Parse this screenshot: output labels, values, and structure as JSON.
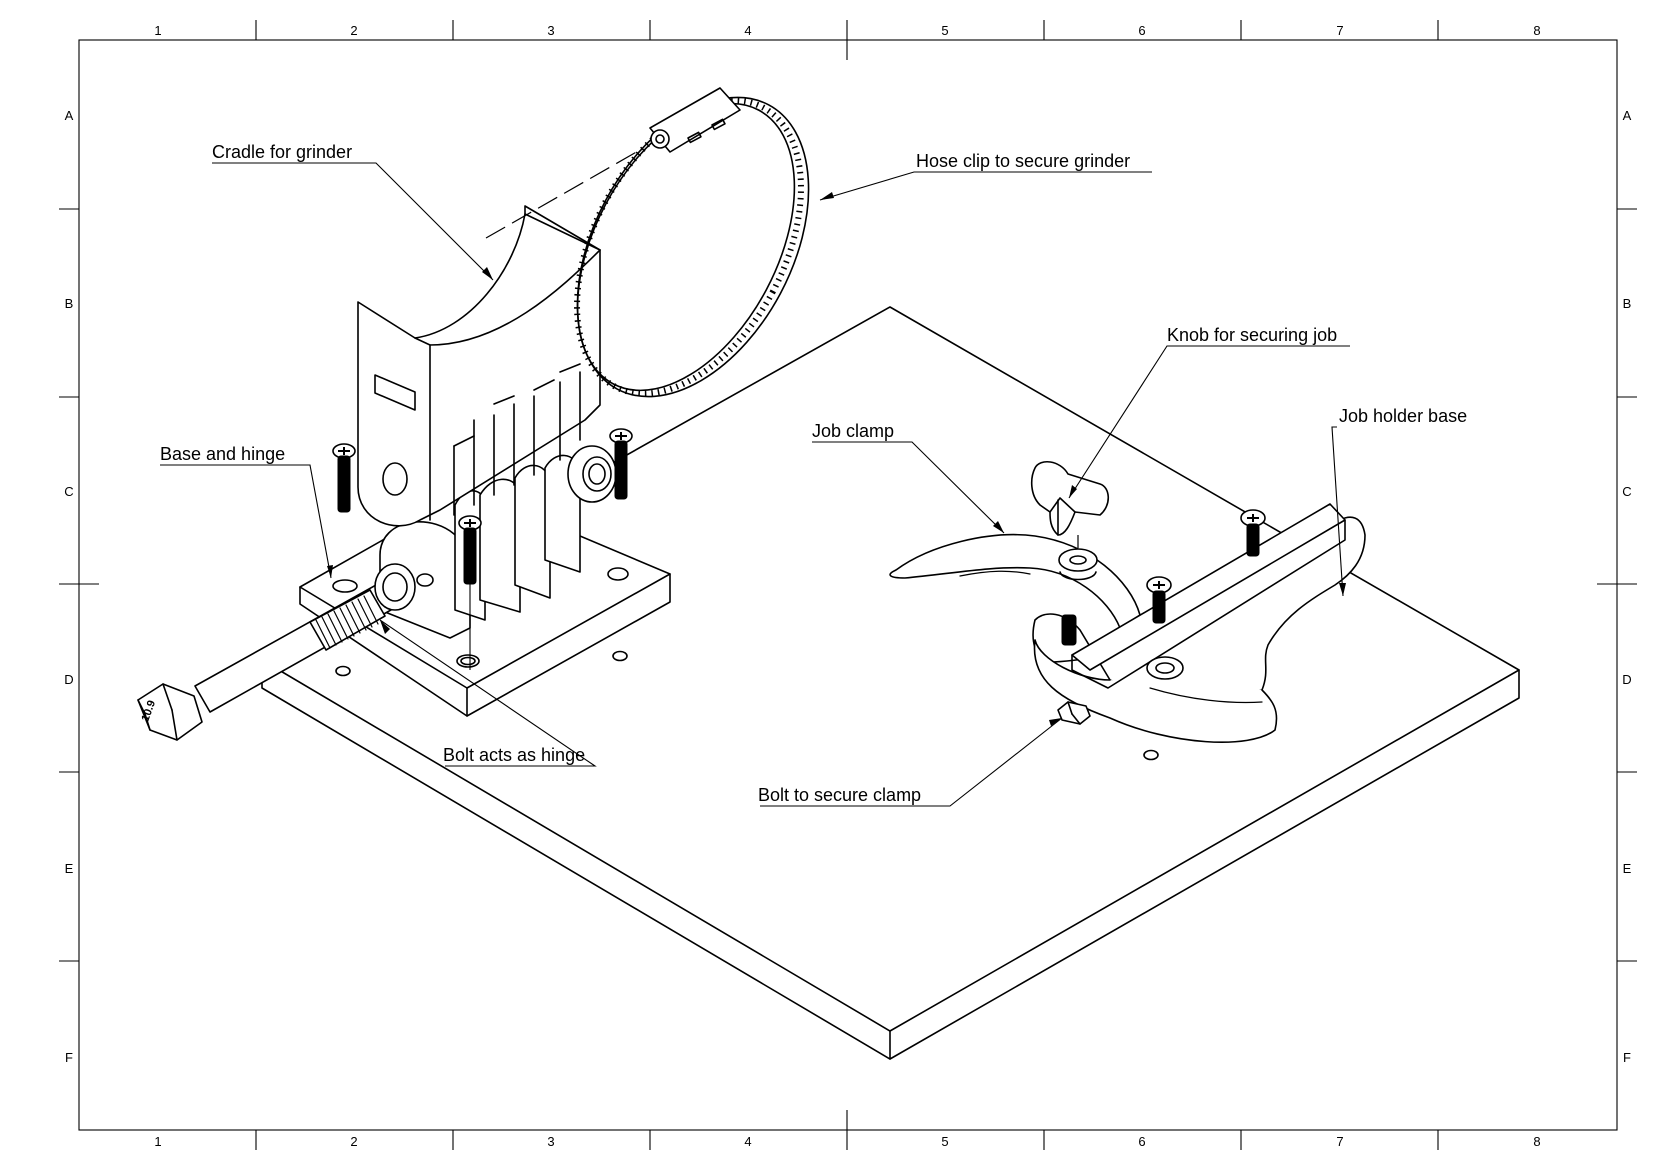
{
  "frame": {
    "columns": [
      "1",
      "2",
      "3",
      "4",
      "5",
      "6",
      "7",
      "8"
    ],
    "rows": [
      "A",
      "B",
      "C",
      "D",
      "E",
      "F"
    ]
  },
  "labels": {
    "cradle": "Cradle for grinder",
    "hose_clip": "Hose clip to secure grinder",
    "knob": "Knob for securing job",
    "job_clamp": "Job clamp",
    "job_holder_base": "Job holder base",
    "base_hinge": "Base and hinge",
    "bolt_hinge": "Bolt acts as hinge",
    "bolt_clamp": "Bolt to secure clamp"
  },
  "bolt_head_marking": "10.9"
}
